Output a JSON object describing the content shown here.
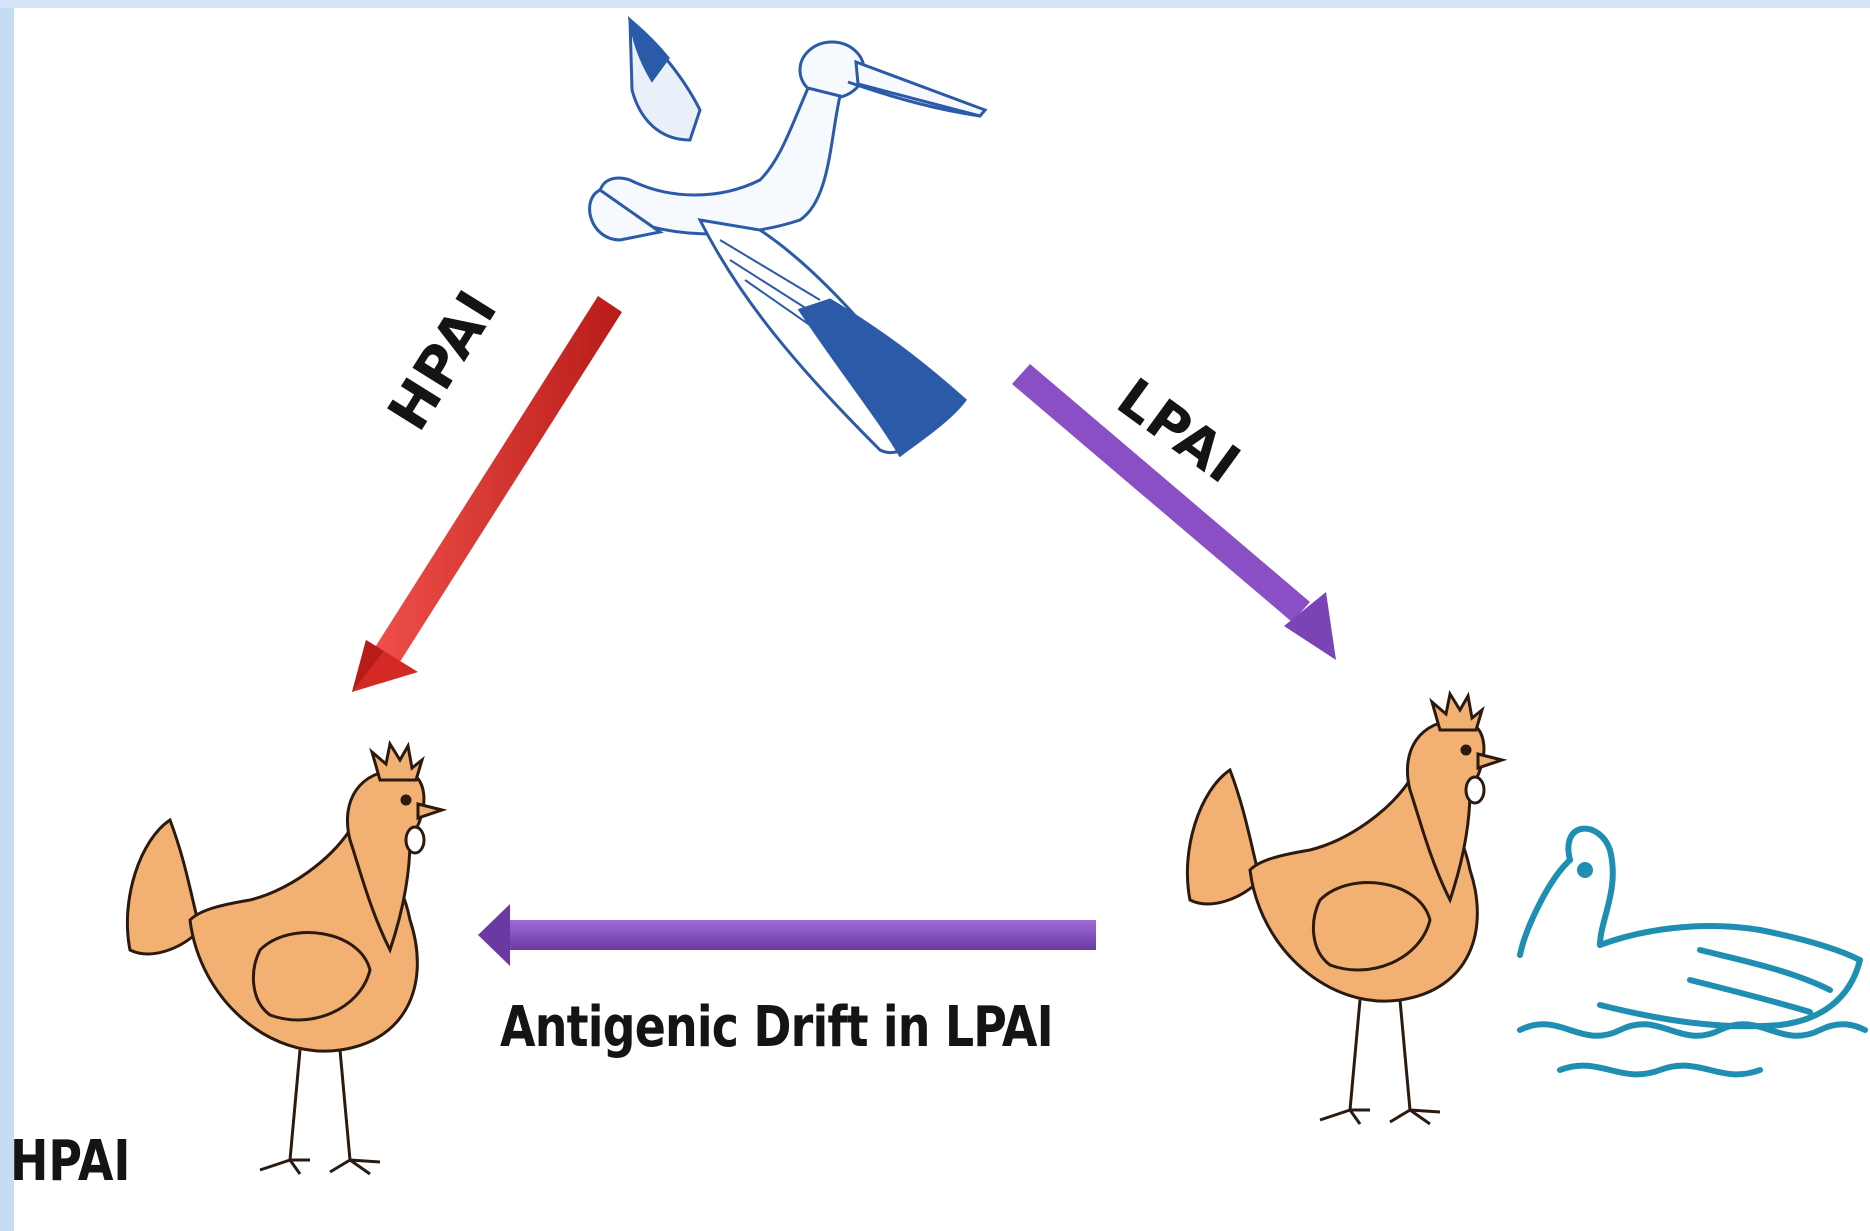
{
  "diagram": {
    "labels": {
      "hpai_arrow": "HPAI",
      "lpai_arrow": "LPAI",
      "antigenic_drift": "Antigenic Drift in LPAI",
      "hpai_chicken": "HPAI"
    },
    "nodes": [
      {
        "id": "wild-bird",
        "icon": "pelican-icon"
      },
      {
        "id": "chicken-hpai",
        "icon": "chicken-icon"
      },
      {
        "id": "chicken-lpai",
        "icon": "chicken-icon"
      },
      {
        "id": "duck",
        "icon": "duck-icon"
      }
    ],
    "edges": [
      {
        "from": "wild-bird",
        "to": "chicken-hpai",
        "label": "HPAI",
        "color": "#d42a26"
      },
      {
        "from": "wild-bird",
        "to": "chicken-lpai",
        "label": "LPAI",
        "color": "#8a4fc4"
      },
      {
        "from": "chicken-lpai",
        "to": "chicken-hpai",
        "label": "Antigenic Drift in LPAI",
        "color": "#6a3aa2"
      }
    ],
    "colors": {
      "frame": "#c6dcf4",
      "chicken_body": "#f2b072",
      "pelican_line": "#2a5aa8",
      "duck_line": "#1e8fb2"
    }
  }
}
